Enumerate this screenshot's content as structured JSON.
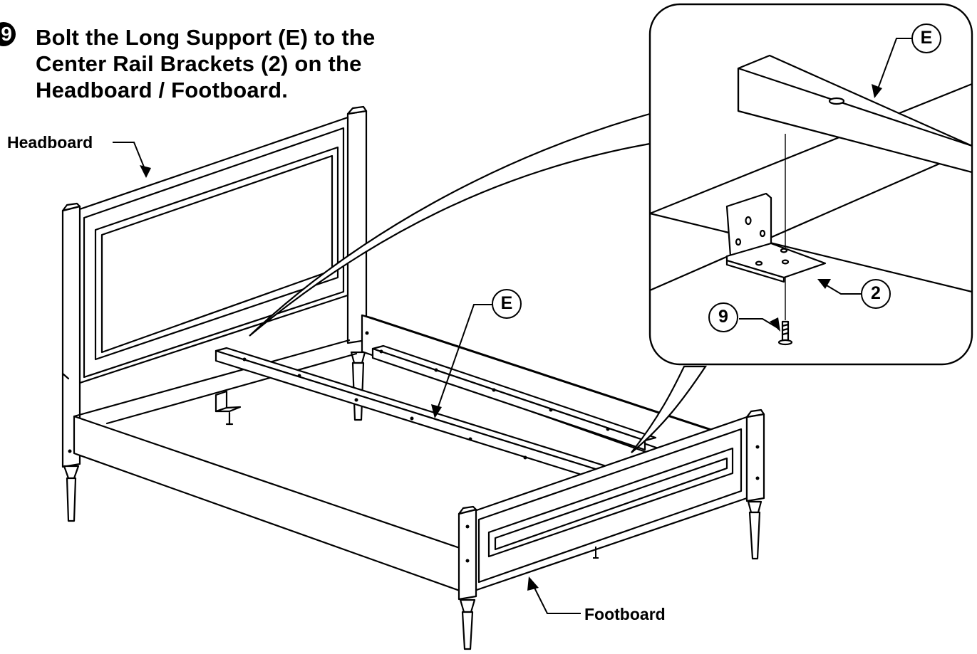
{
  "step": {
    "number": "9",
    "lines": [
      "Bolt the Long Support (E) to the",
      "Center Rail Brackets (2) on the",
      "Headboard / Footboard."
    ]
  },
  "labels": {
    "headboard": "Headboard",
    "footboard": "Footboard"
  },
  "callouts": {
    "long_support_main": "E",
    "long_support_detail": "E",
    "bracket_detail": "2",
    "bolt_detail": "9"
  }
}
